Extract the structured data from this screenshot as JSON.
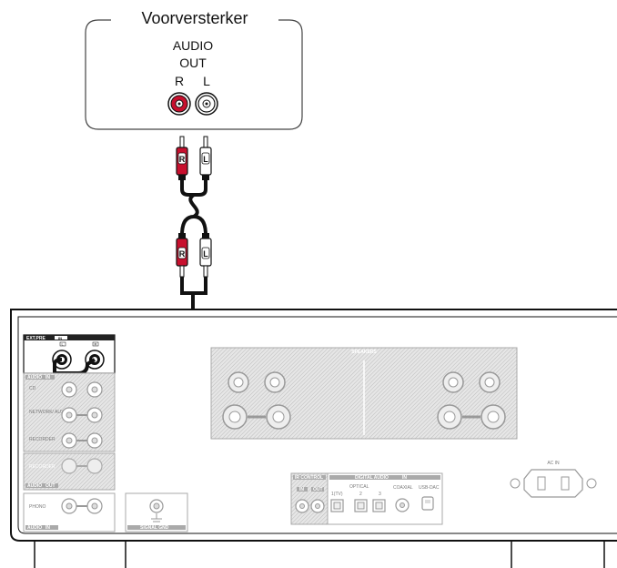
{
  "preamp": {
    "title": "Voorversterker",
    "audio_label": "AUDIO",
    "out_label": "OUT",
    "r_label": "R",
    "l_label": "L"
  },
  "cable": {
    "plug_r": "R",
    "plug_l": "L"
  },
  "amplifier": {
    "ext_pre": "EXT.PRE",
    "ext_pre_in": "IN",
    "ext_l": "L",
    "ext_r": "R",
    "audio_in": "AUDIO",
    "audio_in_tag": "IN",
    "inputs": [
      "CD",
      "NETWORK/ AUX",
      "RECORDER"
    ],
    "recorder2": "RECORDER",
    "audio_out": "AUDIO",
    "audio_out_tag": "OUT",
    "phono": "PHONO",
    "audio_in2": "AUDIO",
    "audio_in2_tag": "IN",
    "signal_gnd": "SIGNAL GND",
    "speakers": "SPEAKERS",
    "ir_control": "IR CONTROL",
    "ir_in": "IN",
    "ir_out": "OUT",
    "digital_audio": "DIGITAL AUDIO",
    "digital_audio_tag": "IN",
    "optical": "OPTICAL",
    "opt1": "1(TV)",
    "opt2": "2",
    "opt3": "3",
    "coaxial": "COAXIAL",
    "usb_dac": "USB-DAC",
    "ac_in": "AC IN"
  },
  "colors": {
    "red": "#c8102e",
    "black": "#111111",
    "grey": "#bdbdbd"
  }
}
